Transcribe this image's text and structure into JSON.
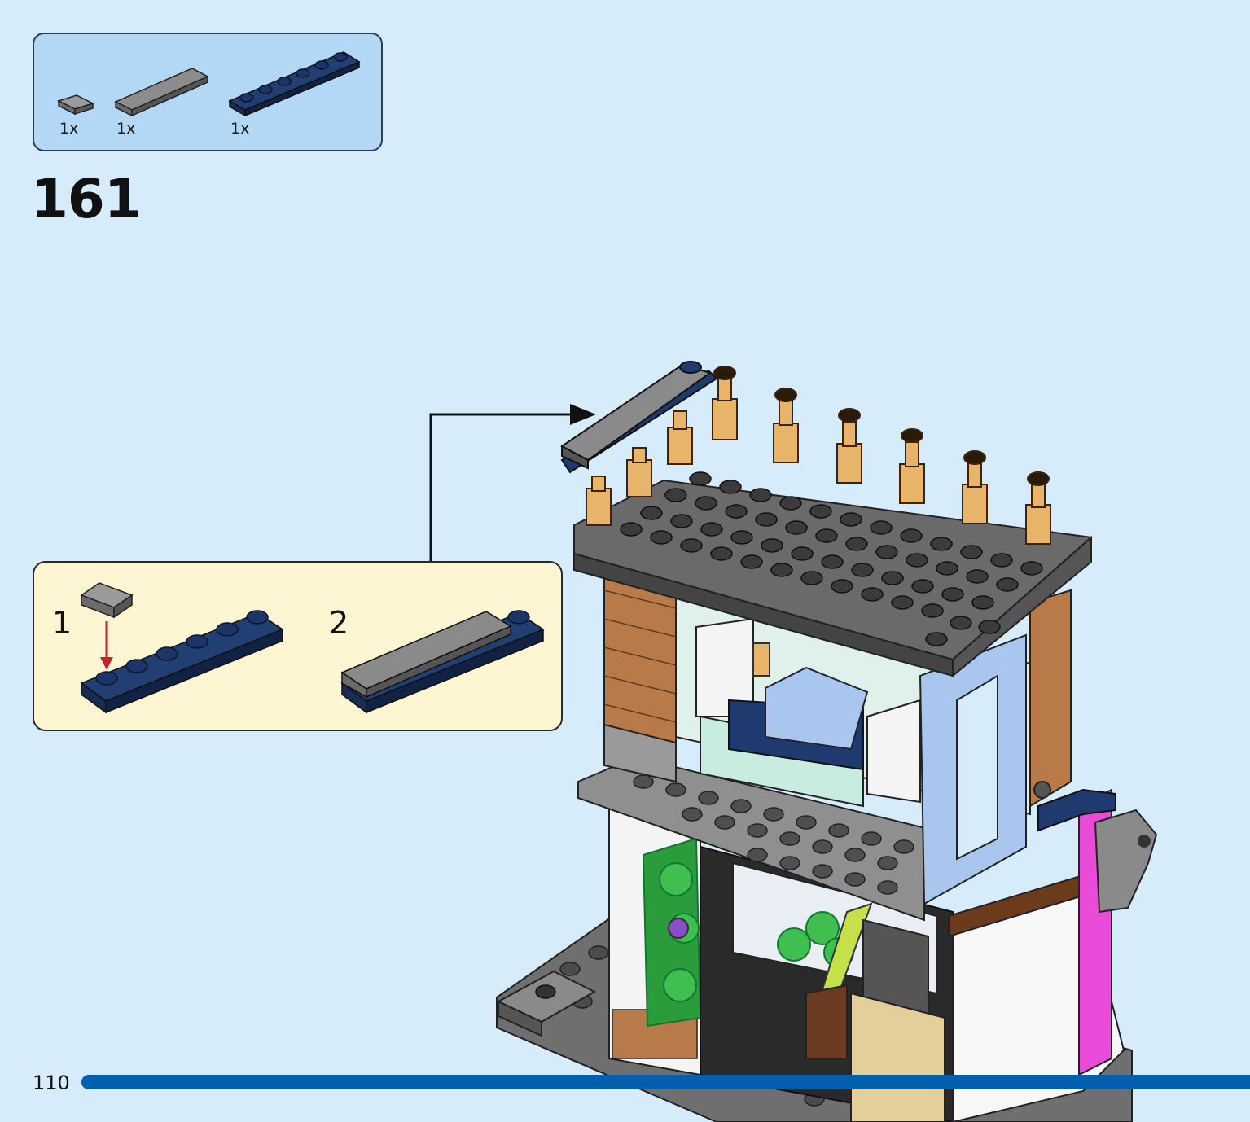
{
  "parts_list": {
    "items": [
      {
        "part": "gray-tile-1x1",
        "color": "#8a8a8a",
        "quantity": "1x"
      },
      {
        "part": "gray-tile-1x4",
        "color": "#8a8a8a",
        "quantity": "1x"
      },
      {
        "part": "dark-blue-plate-1x6",
        "color": "#1f3a6e",
        "quantity": "1x"
      }
    ]
  },
  "step": {
    "number": "161"
  },
  "callout": {
    "substeps": [
      {
        "label": "1"
      },
      {
        "label": "2"
      }
    ]
  },
  "footer": {
    "page_number": "110"
  },
  "colors": {
    "background": "#d7ecfb",
    "parts_box": "#b3d8f6",
    "callout_box": "#fef5d3",
    "progress_bar": "#0060b0",
    "dark_blue": "#1f3a6e",
    "dark_gray": "#585858",
    "tan": "#e8b46a",
    "brick": "#b97a4a",
    "lavender": "#a9c6ee",
    "green": "#3fbf4f",
    "magenta": "#e94bd8"
  }
}
